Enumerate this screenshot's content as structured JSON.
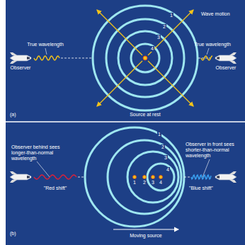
{
  "diagram": {
    "labels": [
      "Wave motion",
      "1",
      "2",
      "3",
      "4",
      "True wavelength",
      "True wavelength",
      "Observer",
      "Observer",
      "Source at rest",
      "(a)",
      "1",
      "2",
      "3",
      "4",
      "1",
      "2",
      "3",
      "4",
      "Observer behind sees longer-than-normal wavelength",
      "Observer in front sees shorter-than-normal wavelength",
      "\"Red shift\"",
      "\"Blue shift\"",
      "Moving source",
      "(b)"
    ]
  }
}
